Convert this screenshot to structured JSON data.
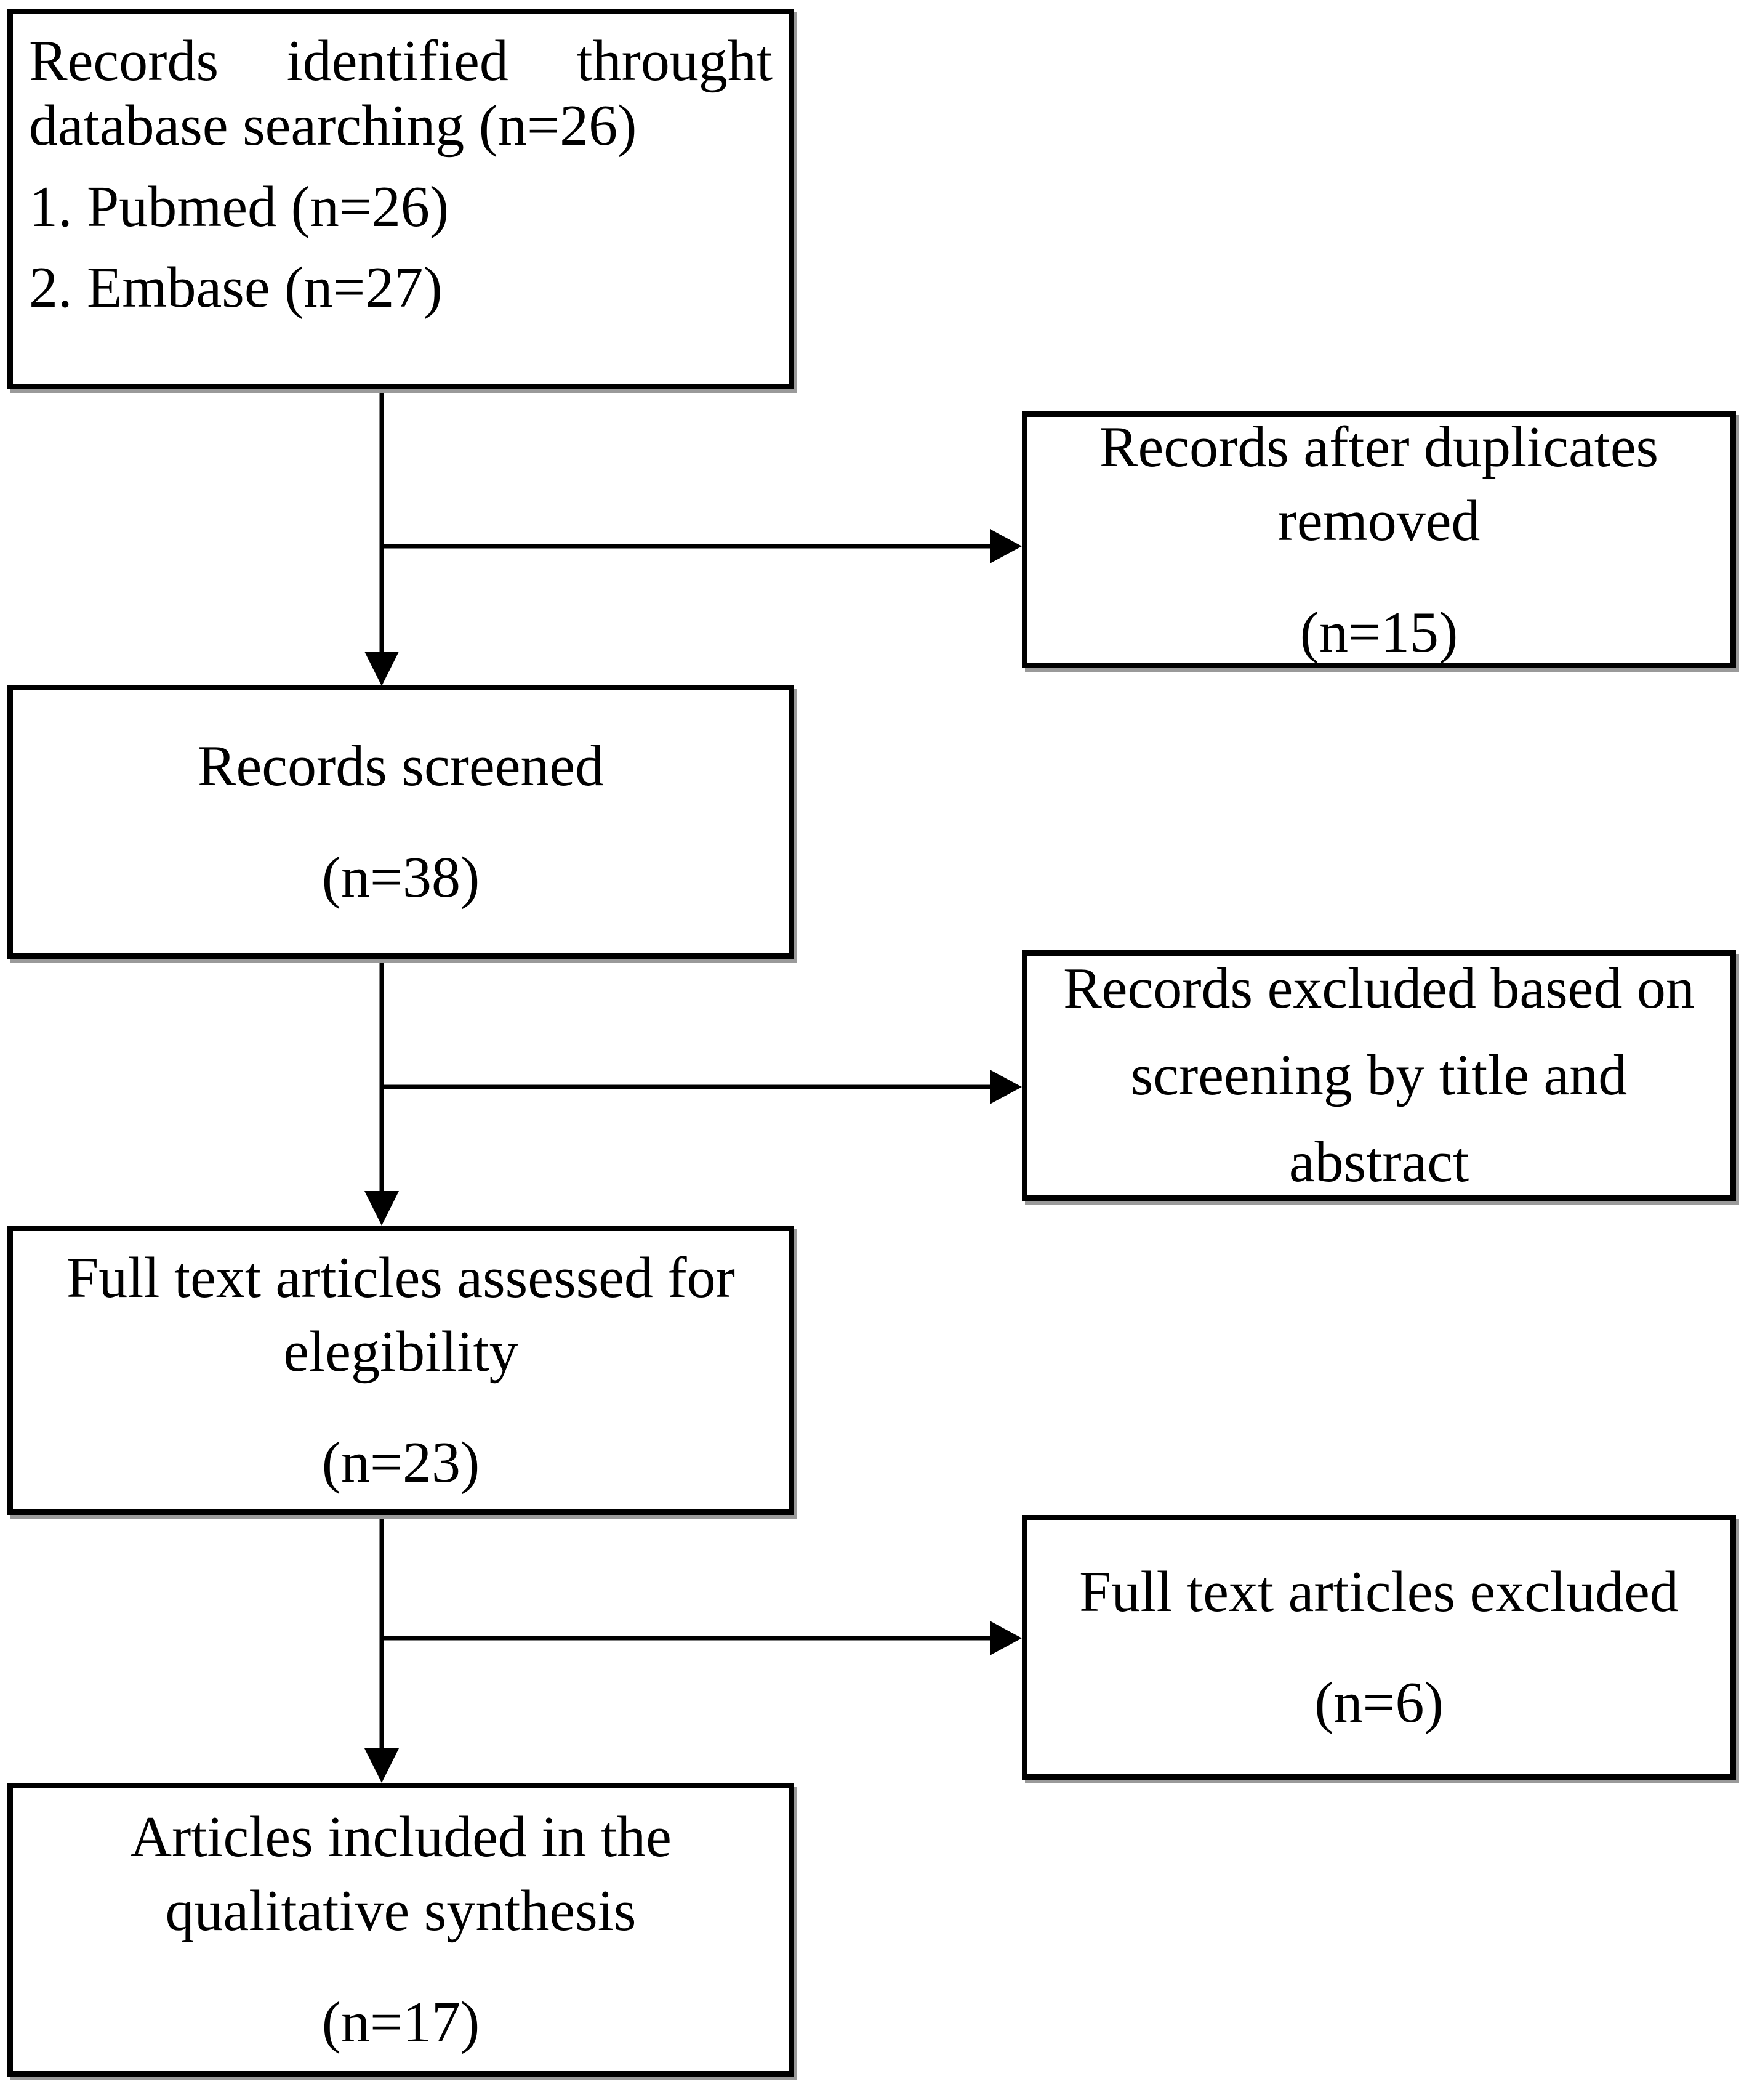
{
  "page": {
    "background_color": "#ffffff",
    "ink_color": "#000000",
    "shadow_color": "#9a9a9a"
  },
  "flowchart": {
    "boxes": {
      "identified": {
        "heading_line1": "Records identified throught",
        "heading_line2": "database searching (n=26)",
        "items": [
          "1. Pubmed (n=26)",
          "2. Embase (n=27)"
        ]
      },
      "duplicates_removed": {
        "label_lines": [
          "Records after duplicates",
          "removed"
        ],
        "count": "(n=15)"
      },
      "screened": {
        "label_lines": [
          "Records screened"
        ],
        "count": "(n=38)"
      },
      "excluded_title_abstract": {
        "label_lines": [
          "Records excluded based on",
          "screening by title and",
          "abstract"
        ]
      },
      "fulltext_assessed": {
        "label_lines": [
          "Full text articles assessed for",
          "elegibility"
        ],
        "count": "(n=23)"
      },
      "fulltext_excluded": {
        "label_lines": [
          "Full text articles excluded"
        ],
        "count": "(n=6)"
      },
      "included_qualitative": {
        "label_lines": [
          "Articles included in the",
          "qualitative synthesis"
        ],
        "count": "(n=17)"
      }
    }
  }
}
